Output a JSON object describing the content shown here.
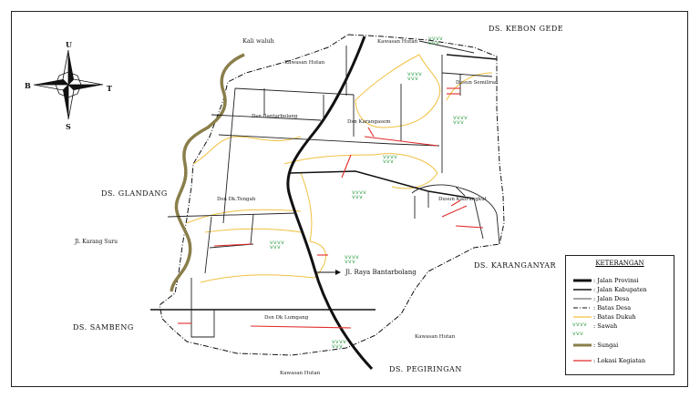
{
  "compass": {
    "north": "U",
    "south": "S",
    "west": "B",
    "east": "T"
  },
  "regions": {
    "kebon_gede": "DS. KEBON GEDE",
    "glandang": "DS. GLANDANG",
    "samberg": "DS. SAMBENG",
    "karanganyar": "DS. KARANGANYAR",
    "pegiringan": "DS. PEGIRINGAN"
  },
  "labels": {
    "kali_waluh": "Kali waluh",
    "kawasan_hutan_nw": "Kawasan  Hutan",
    "kawasan_hutan_n": "Kawasan  Hutan",
    "kawasan_hutan_se": "Kawasan Hutan",
    "kawasan_hutan_s": "Kawasan Hutan",
    "jl_karang_suru": "Jl. Karang Suru",
    "jl_raya": "Jl. Raya Bantarbolang"
  },
  "hamlets": {
    "bantarbolang": "Dsn Bantarbolang",
    "karangasem": "Dsn Karangasem",
    "semiliran": "Dusun Semiliran",
    "kalirungkut": "Dusun Kalirungkut",
    "dk_tengah": "Dsn Dk.Tengah",
    "dk_lumgang": "Dsn Dk Lumgang"
  },
  "sawah_marks": {
    "top": [
      "vvvv",
      "vvv"
    ],
    "generic": [
      "vvvv",
      "vvv"
    ]
  },
  "legend": {
    "title": "KETERANGAN",
    "items": [
      {
        "label": ": Jalan Provinsi",
        "symbol": "thick-line"
      },
      {
        "label": ": Jalan Kabupaten",
        "symbol": "medium-line"
      },
      {
        "label": ": Jalan Desa",
        "symbol": "thin-line"
      },
      {
        "label": ": Batas Desa",
        "symbol": "dash-dot-line"
      },
      {
        "label": ": Batas Dukuh",
        "symbol": "yellow-line"
      },
      {
        "label": ": Sawah",
        "symbol": "green-v"
      },
      {
        "label": ": Sungai",
        "symbol": "brown-line"
      },
      {
        "label": ": Lokasi Kegiatan",
        "symbol": "red-line"
      }
    ]
  },
  "colors": {
    "road": "#111111",
    "river": "#8a7e4a",
    "hamlet_border": "#f0c040",
    "activity": "#e02a2a",
    "rice": "#2e9c44"
  }
}
